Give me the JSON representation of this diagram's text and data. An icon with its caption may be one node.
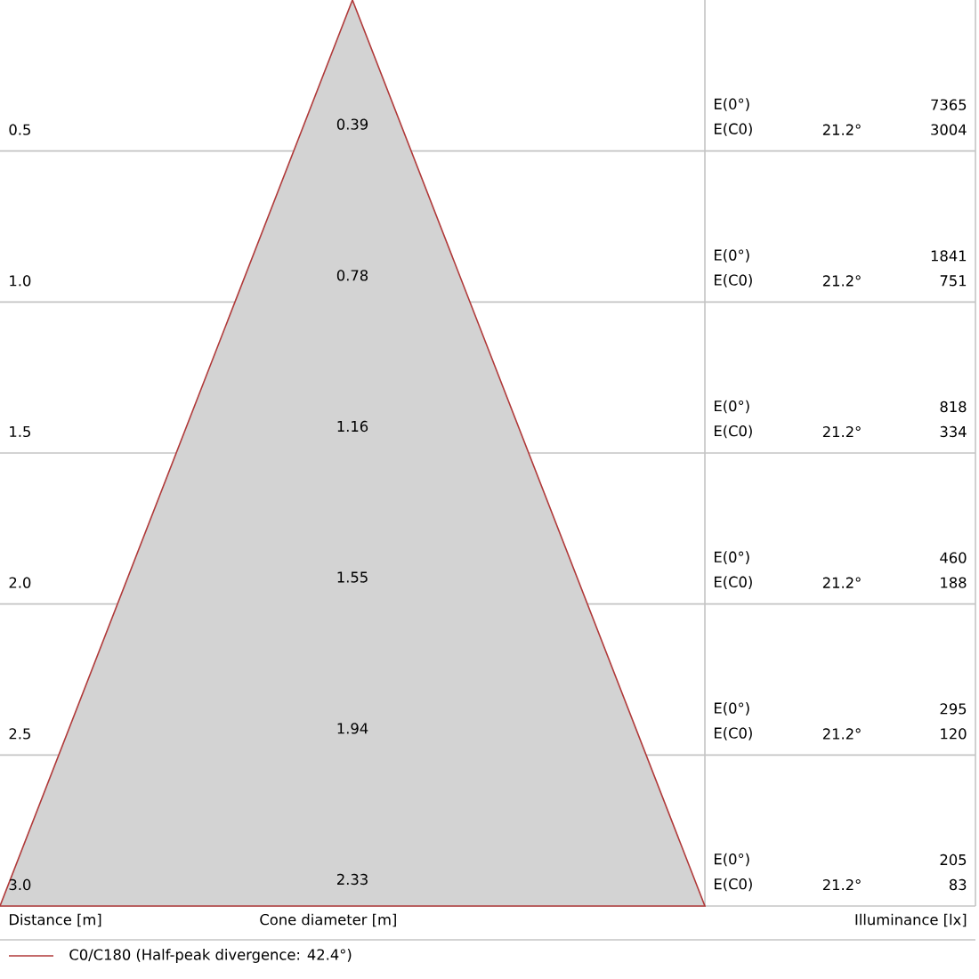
{
  "diagram": {
    "labels": [
      "0.5",
      "0.39",
      "E(0°)",
      "7365",
      "E(C0)",
      "21.2°",
      "3004",
      "1.0",
      "0.78",
      "E(0°)",
      "1841",
      "E(C0)",
      "21.2°",
      "751",
      "1.5",
      "1.16",
      "E(0°)",
      "818",
      "E(C0)",
      "21.2°",
      "334",
      "2.0",
      "1.55",
      "E(0°)",
      "460",
      "E(C0)",
      "21.2°",
      "188",
      "2.5",
      "1.94",
      "E(0°)",
      "295",
      "E(C0)",
      "21.2°",
      "120",
      "3.0",
      "2.33",
      "E(0°)",
      "205",
      "E(C0)",
      "21.2°",
      "83",
      "Distance [m]",
      "Cone diameter [m]",
      "Illuminance [lx]"
    ],
    "legend": [
      {
        "text": "C0/C180 (Half-peak divergence: 42.4°)"
      }
    ]
  }
}
